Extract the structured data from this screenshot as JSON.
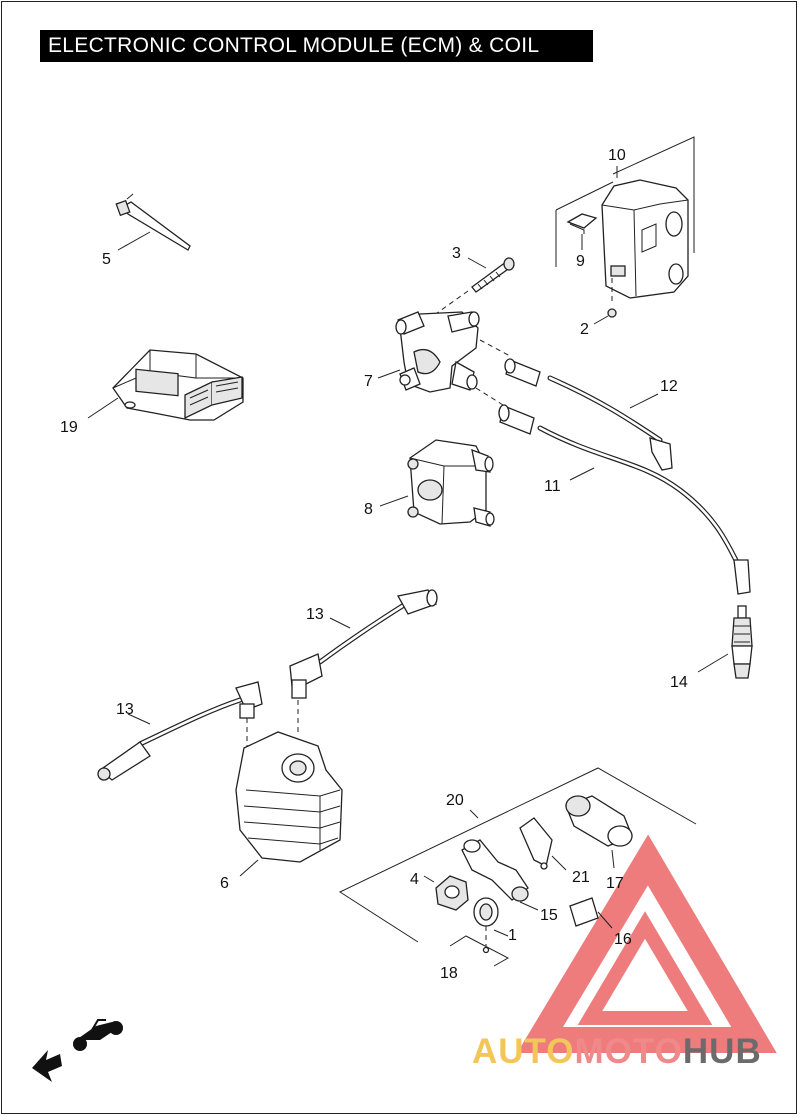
{
  "title": "ELECTRONIC CONTROL MODULE (ECM) & COIL",
  "callouts": {
    "c1": "1",
    "c2": "2",
    "c3": "3",
    "c4": "4",
    "c5": "5",
    "c6": "6",
    "c7": "7",
    "c8": "8",
    "c9": "9",
    "c10": "10",
    "c11": "11",
    "c12": "12",
    "c13a": "13",
    "c13b": "13",
    "c14": "14",
    "c15": "15",
    "c16": "16",
    "c17": "17",
    "c18": "18",
    "c19": "19",
    "c20": "20",
    "c21": "21"
  },
  "watermark": {
    "part1": "AUTO",
    "part2": "MOTO",
    "part3": "HUB",
    "color1": "#f4c65a",
    "color2": "#f08a8a",
    "color3": "#6b6b6b",
    "logo_color": "#e84a4a"
  },
  "icons": {
    "arrow": "direction-arrow-icon",
    "bike": "motorcycle-icon"
  }
}
